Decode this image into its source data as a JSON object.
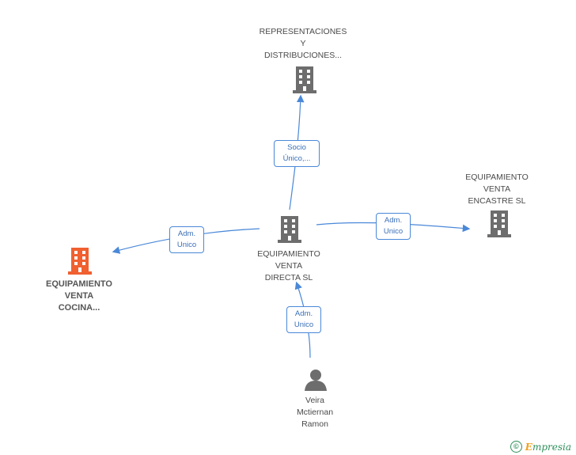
{
  "nodes": {
    "representaciones": "REPRESENTACIONES\nY\nDISTRIBUCIONES...",
    "encastre": "EQUIPAMIENTO\nVENTA\nENCASTRE SL",
    "directa": "EQUIPAMIENTO\nVENTA\nDIRECTA SL",
    "cocina": "EQUIPAMIENTO\nVENTA\nCOCINA...",
    "person": "Veira\nMctiernan\nRamon"
  },
  "edges": {
    "socio": "Socio\nÚnico,...",
    "adm_left": "Adm.\nUnico",
    "adm_right": "Adm.\nUnico",
    "adm_bottom": "Adm.\nUnico"
  },
  "colors": {
    "line": "#4a88d8",
    "building_gray": "#6d6d6d",
    "building_focus": "#f06030",
    "person": "#6d6d6d"
  },
  "icons": {
    "company": "building-icon",
    "person": "person-icon"
  },
  "brand": {
    "copyright": "©",
    "e": "E",
    "rest": "mpresia"
  }
}
